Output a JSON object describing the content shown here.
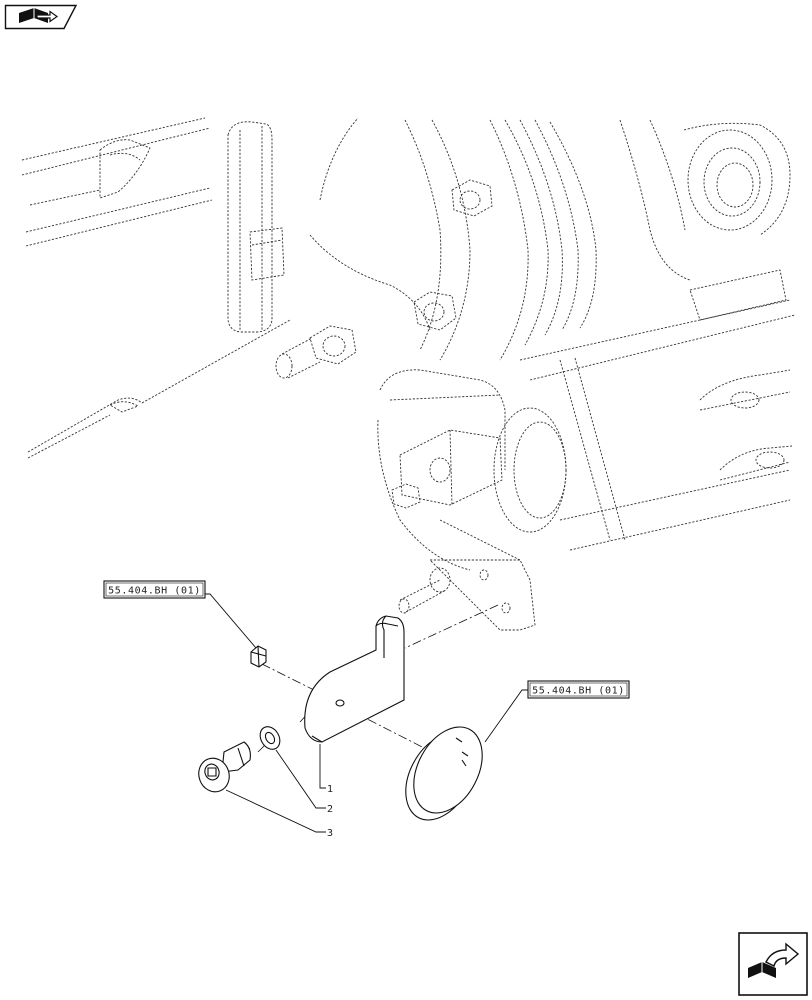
{
  "references": [
    {
      "id": "ref-left",
      "text": "55.404.BH (01)"
    },
    {
      "id": "ref-right",
      "text": "55.404.BH (01)"
    }
  ],
  "callouts": [
    {
      "id": "callout-1",
      "text": "1",
      "part": "bracket"
    },
    {
      "id": "callout-2",
      "text": "2",
      "part": "washer"
    },
    {
      "id": "callout-3",
      "text": "3",
      "part": "cap-screw"
    }
  ],
  "icons": {
    "top_left": "book-arrow-icon",
    "bottom_right": "next-page-arrow-icon"
  },
  "colors": {
    "line": "#111111",
    "background": "#ffffff"
  }
}
